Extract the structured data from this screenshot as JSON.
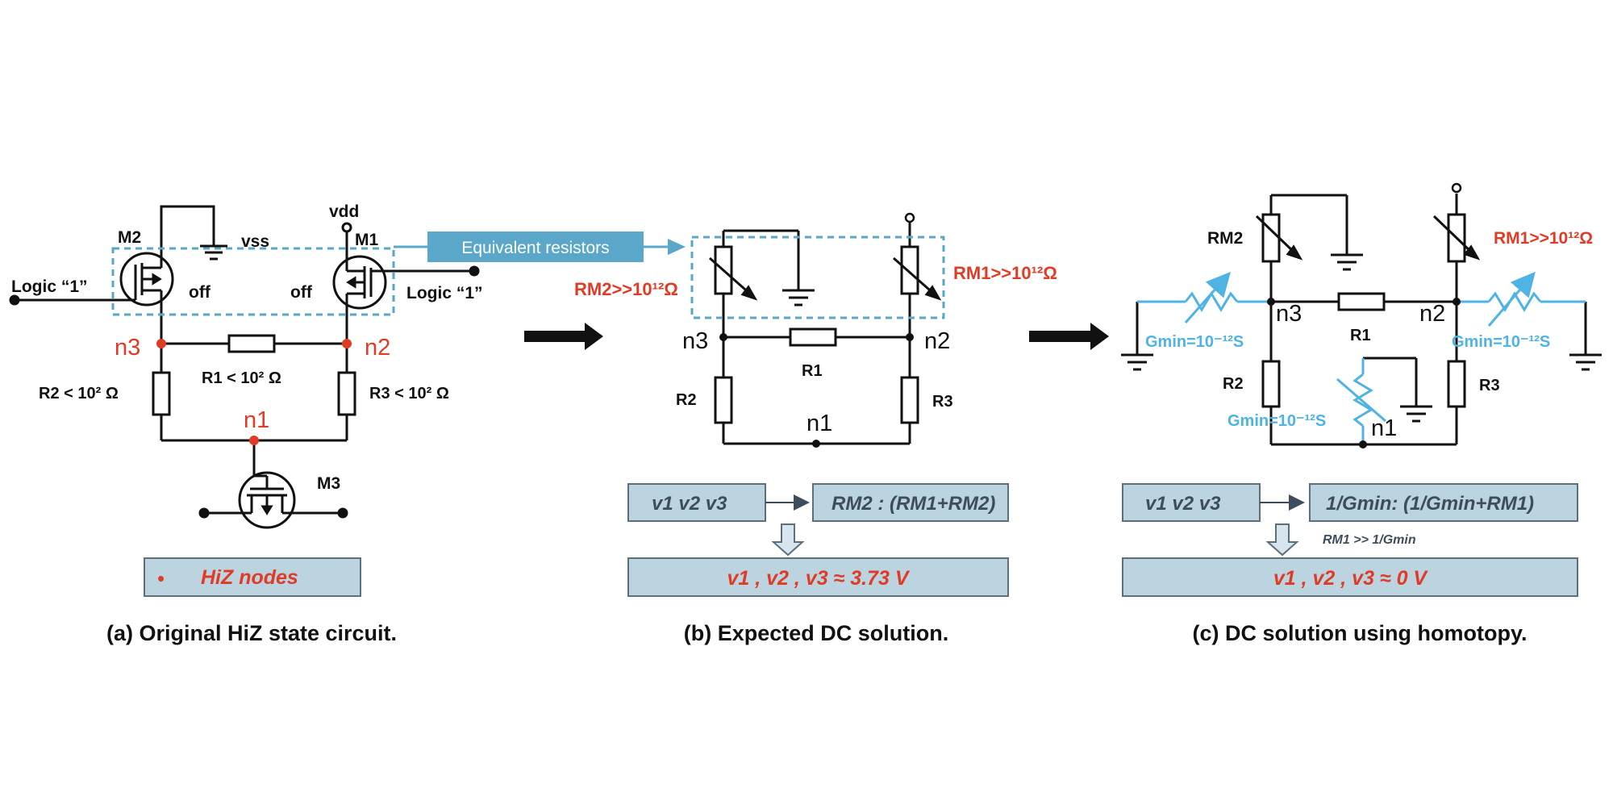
{
  "colors": {
    "wire": "#111111",
    "hiz_red": "#e03b25",
    "gmin_blue": "#4fb3e3",
    "dashed_blue": "#5aa7c9",
    "box_fill": "#bcd3e0",
    "box_stroke": "#5b6f7d",
    "arrow_blue": "#5aa7c9",
    "box_text_dark": "#3e4d5c"
  },
  "panel_a": {
    "caption": "(a) Original HiZ state circuit.",
    "m2": "M2",
    "m1": "M1",
    "m3": "M3",
    "vss": "vss",
    "vdd": "vdd",
    "logic_left": "Logic  “1”",
    "logic_right": "Logic  “1”",
    "off_left": "off",
    "off_right": "off",
    "n3": "n3",
    "n2": "n2",
    "n1": "n1",
    "r1": "R1 < 10² Ω",
    "r2": "R2 < 10² Ω",
    "r3": "R3 < 10² Ω",
    "legend_bullet": "•",
    "legend_label": "HiZ nodes",
    "equiv_label": "Equivalent resistors"
  },
  "panel_b": {
    "caption": "(b) Expected DC solution.",
    "rm2": "RM2>>10¹²Ω",
    "rm1": "RM1>>10¹²Ω",
    "n3": "n3",
    "n2": "n2",
    "n1": "n1",
    "r1": "R1",
    "r2": "R2",
    "r3": "R3",
    "box_vars": "v1  v2  v3",
    "box_ratio": "RM2 : (RM1+RM2)",
    "box_result": "v1 , v2 , v3 ≈ 3.73 V"
  },
  "panel_c": {
    "caption": "(c) DC solution using  homotopy.",
    "rm2": "RM2",
    "rm1": "RM1>>10¹²Ω",
    "n3": "n3",
    "n2": "n2",
    "n1": "n1",
    "r1": "R1",
    "r2": "R2",
    "r3": "R3",
    "gmin_left": "Gmin=10⁻¹²S",
    "gmin_right": "Gmin=10⁻¹²S",
    "gmin_bottom": "Gmin=10⁻¹²S",
    "box_vars": "v1  v2  v3",
    "box_ratio": "1/Gmin: (1/Gmin+RM1)",
    "note": "RM1 >> 1/Gmin",
    "box_result": "v1 , v2 , v3 ≈ 0 V"
  }
}
